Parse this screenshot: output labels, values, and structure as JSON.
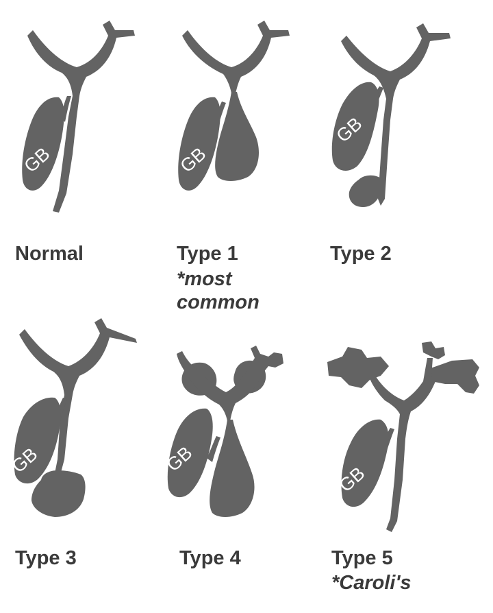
{
  "panels": [
    {
      "title": "Normal",
      "note": "",
      "gb_label": "GB"
    },
    {
      "title": "Type 1",
      "note": "*most\ncommon",
      "gb_label": "GB"
    },
    {
      "title": "Type 2",
      "note": "",
      "gb_label": "GB"
    },
    {
      "title": "Type 3",
      "note": "",
      "gb_label": "GB"
    },
    {
      "title": "Type 4",
      "note": "",
      "gb_label": "GB"
    },
    {
      "title": "Type 5",
      "note": "*Caroli's",
      "gb_label": "GB"
    }
  ],
  "colors": {
    "organ_fill": "#636363",
    "label_text": "#3a3a3a",
    "background": "#ffffff"
  }
}
